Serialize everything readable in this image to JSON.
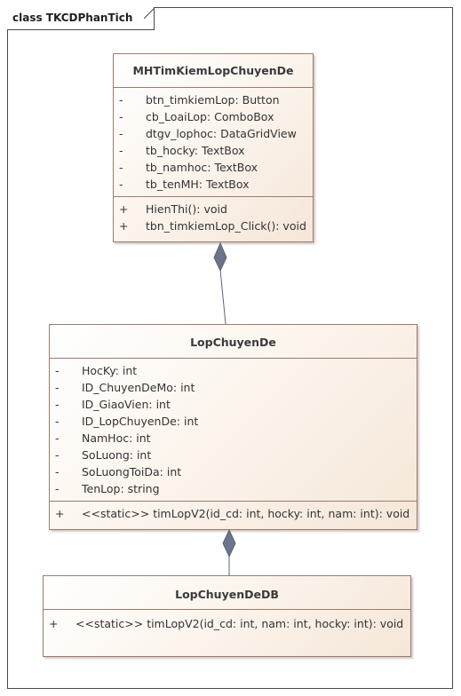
{
  "diagram": {
    "frame_title": "class TKCDPhanTich",
    "classes": [
      {
        "name": "MHTimKiemLopChuyenDe",
        "attributes": [
          {
            "vis": "-",
            "text": "btn_timkiemLop: Button"
          },
          {
            "vis": "-",
            "text": "cb_LoaiLop: ComboBox"
          },
          {
            "vis": "-",
            "text": "dtgv_lophoc: DataGridView"
          },
          {
            "vis": "-",
            "text": "tb_hocky: TextBox"
          },
          {
            "vis": "-",
            "text": "tb_namhoc: TextBox"
          },
          {
            "vis": "-",
            "text": "tb_tenMH: TextBox"
          }
        ],
        "operations": [
          {
            "vis": "+",
            "text": "HienThi(): void"
          },
          {
            "vis": "+",
            "text": "tbn_timkiemLop_Click(): void"
          }
        ]
      },
      {
        "name": "LopChuyenDe",
        "attributes": [
          {
            "vis": "-",
            "text": "HocKy: int"
          },
          {
            "vis": "-",
            "text": "ID_ChuyenDeMo: int"
          },
          {
            "vis": "-",
            "text": "ID_GiaoVien: int"
          },
          {
            "vis": "-",
            "text": "ID_LopChuyenDe: int"
          },
          {
            "vis": "-",
            "text": "NamHoc: int"
          },
          {
            "vis": "-",
            "text": "SoLuong: int"
          },
          {
            "vis": "-",
            "text": "SoLuongToiDa: int"
          },
          {
            "vis": "-",
            "text": "TenLop: string"
          }
        ],
        "operations": [
          {
            "vis": "+",
            "text": "<<static>> timLopV2(id_cd: int, hocky: int, nam: int): void"
          }
        ]
      },
      {
        "name": "LopChuyenDeDB",
        "attributes": [],
        "operations": [
          {
            "vis": "+",
            "text": "<<static>> timLopV2(id_cd: int, nam: int, hocky: int): void"
          }
        ]
      }
    ],
    "relations": [
      {
        "type": "composition",
        "whole": "MHTimKiemLopChuyenDe",
        "part": "LopChuyenDe"
      },
      {
        "type": "composition",
        "whole": "LopChuyenDe",
        "part": "LopChuyenDeDB"
      }
    ],
    "colors": {
      "class_fill_start": "#ffffff",
      "class_fill_end": "#f5e6d8",
      "class_border": "#9a7d6b",
      "diamond": "#6b7488",
      "line": "#5a6478"
    }
  }
}
